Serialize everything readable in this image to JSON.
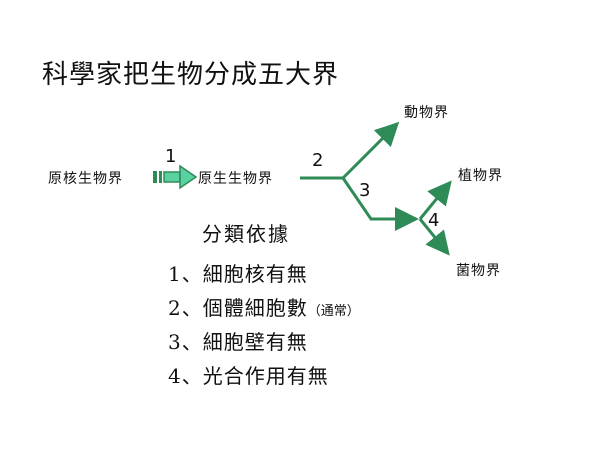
{
  "title": "科學家把生物分成五大界",
  "nodes": {
    "prokaryote": "原核生物界",
    "protist": "原生生物界",
    "animal": "動物界",
    "plant": "植物界",
    "fungi": "菌物界"
  },
  "steps": [
    "1",
    "2",
    "3",
    "4"
  ],
  "criteria": {
    "heading": "分類依據",
    "items": [
      {
        "number": "1、",
        "text": "細胞核有無",
        "note": ""
      },
      {
        "number": "2、",
        "text": "個體細胞數",
        "note": "（通常）"
      },
      {
        "number": "3、",
        "text": "細胞壁有無",
        "note": ""
      },
      {
        "number": "4、",
        "text": "光合作用有無",
        "note": ""
      }
    ]
  },
  "colors": {
    "branch": "#2e8b57",
    "arrow_fill": "#5ad1a0"
  }
}
